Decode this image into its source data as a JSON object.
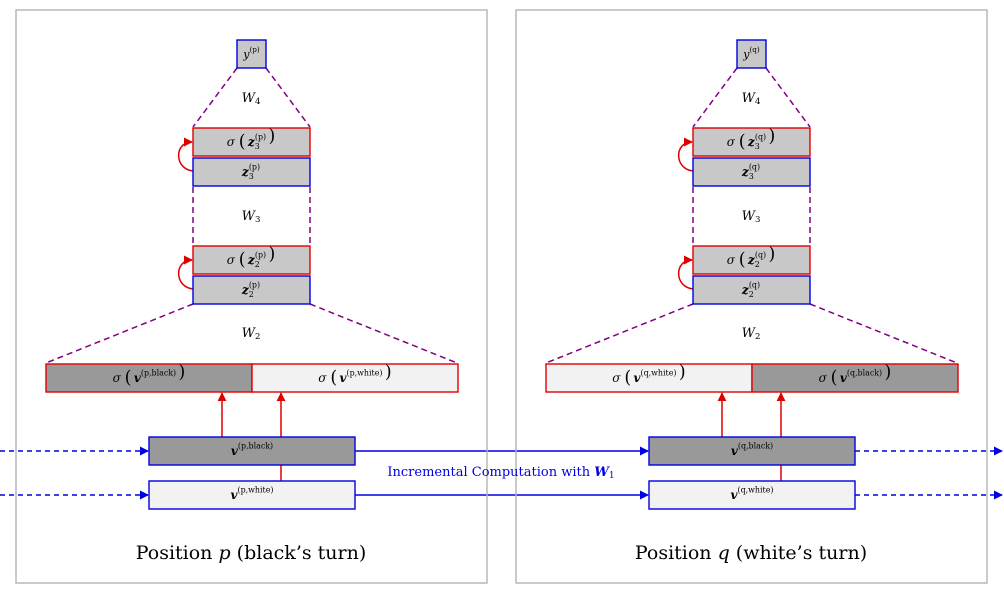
{
  "panels": [
    {
      "id": "p",
      "caption_pre": "Position ",
      "caption_var": "p",
      "caption_post": " (black’s turn)",
      "output": {
        "base": "y",
        "sup": "(p)"
      },
      "w4": {
        "base": "W",
        "sub": "4"
      },
      "w3": {
        "base": "W",
        "sub": "3"
      },
      "w2": {
        "base": "W",
        "sub": "2"
      },
      "z3_act": {
        "fn": "σ",
        "base": "z",
        "sub": "3",
        "sup": "(p)"
      },
      "z3": {
        "base": "z",
        "sub": "3",
        "sup": "(p)"
      },
      "z2_act": {
        "fn": "σ",
        "base": "z",
        "sub": "2",
        "sup": "(p)"
      },
      "z2": {
        "base": "z",
        "sub": "2",
        "sup": "(p)"
      },
      "concat_left": {
        "fn": "σ",
        "base": "v",
        "sup": "(p,black)",
        "shade": "dark"
      },
      "concat_right": {
        "fn": "σ",
        "base": "v",
        "sup": "(p,white)",
        "shade": "light"
      },
      "acc_top": {
        "base": "v",
        "sup": "(p,black)",
        "shade": "dark"
      },
      "acc_bottom": {
        "base": "v",
        "sup": "(p,white)",
        "shade": "light"
      }
    },
    {
      "id": "q",
      "caption_pre": "Position ",
      "caption_var": "q",
      "caption_post": " (white’s turn)",
      "output": {
        "base": "y",
        "sup": "(q)"
      },
      "w4": {
        "base": "W",
        "sub": "4"
      },
      "w3": {
        "base": "W",
        "sub": "3"
      },
      "w2": {
        "base": "W",
        "sub": "2"
      },
      "z3_act": {
        "fn": "σ",
        "base": "z",
        "sub": "3",
        "sup": "(q)"
      },
      "z3": {
        "base": "z",
        "sub": "3",
        "sup": "(q)"
      },
      "z2_act": {
        "fn": "σ",
        "base": "z",
        "sub": "2",
        "sup": "(q)"
      },
      "z2": {
        "base": "z",
        "sub": "2",
        "sup": "(q)"
      },
      "concat_left": {
        "fn": "σ",
        "base": "v",
        "sup": "(q,white)",
        "shade": "light"
      },
      "concat_right": {
        "fn": "σ",
        "base": "v",
        "sup": "(q,black)",
        "shade": "dark"
      },
      "acc_top": {
        "base": "v",
        "sup": "(q,black)",
        "shade": "dark"
      },
      "acc_bottom": {
        "base": "v",
        "sup": "(q,white)",
        "shade": "light"
      }
    }
  ],
  "incremental_label": {
    "text": "Incremental Computation with ",
    "base": "W",
    "sub": "1"
  },
  "colors": {
    "red": "#e00000",
    "blue": "#0000e0",
    "purple": "#800080",
    "frame": "#b4b4b4",
    "hidden_fill": "#c8c8c8",
    "dark_fill": "#999999",
    "light_fill": "#f2f2f2"
  }
}
